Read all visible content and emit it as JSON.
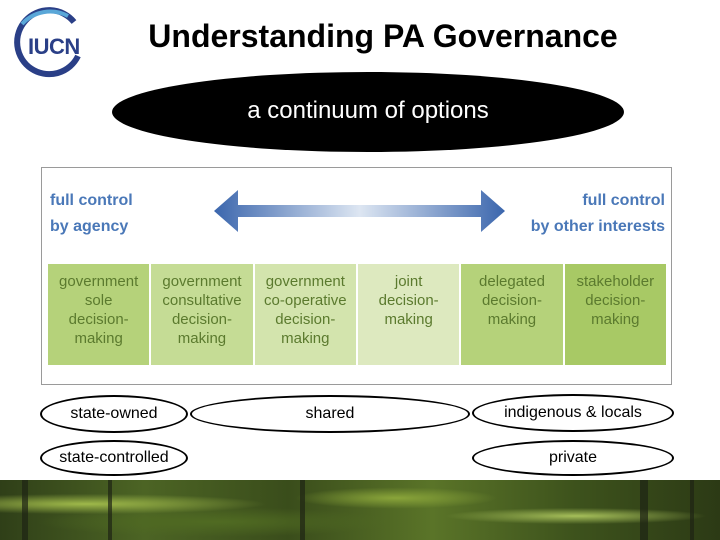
{
  "header": {
    "logo_text": "IUCN",
    "title": "Understanding PA Governance"
  },
  "banner": {
    "text": "a continuum of options"
  },
  "diagram": {
    "left_end": [
      "full control",
      "by agency"
    ],
    "right_end": [
      "full control",
      "by other interests"
    ],
    "options": [
      {
        "lines": [
          "government",
          "sole",
          "decision-",
          "making"
        ],
        "color": "#b5d27a"
      },
      {
        "lines": [
          "government",
          "consultative",
          "decision-",
          "making"
        ],
        "color": "#c5dc95"
      },
      {
        "lines": [
          "government",
          "co-operative",
          "decision-",
          "making"
        ],
        "color": "#d3e4ad"
      },
      {
        "lines": [
          "joint",
          "decision-",
          "making"
        ],
        "color": "#dde9bf"
      },
      {
        "lines": [
          "delegated",
          "decision-",
          "making"
        ],
        "color": "#b5d27a"
      },
      {
        "lines": [
          "stakeholder",
          "decision-",
          "making"
        ],
        "color": "#a8c965"
      }
    ],
    "arrow_colors": {
      "ends": "#3b66ad",
      "middle": "#dde6f2"
    }
  },
  "labels": {
    "state_owned": "state-owned",
    "shared": "shared",
    "indigenous": "indigenous & locals",
    "state_controlled": "state-controlled",
    "private": "private"
  }
}
